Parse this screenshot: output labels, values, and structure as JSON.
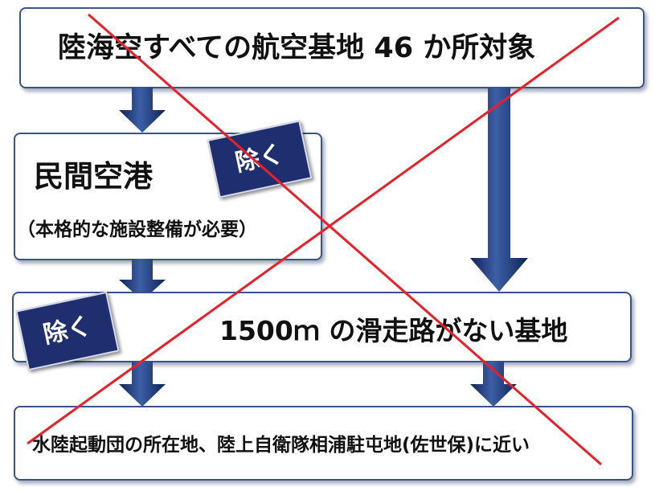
{
  "boxes": {
    "top": "陸海空すべての航空基地 46 か所対象",
    "civil_airport": "民間空港",
    "civil_airport_note": "（本格的な施設整備が必要）",
    "runway": "1500ｍ の滑走路がない基地",
    "bottom": "水陸起動団の所在地、陸上自衛隊相浦駐屯地(佐世保)に近い"
  },
  "tags": {
    "exclude_1": "除く",
    "exclude_2": "除く"
  },
  "colors": {
    "box_border": "#3b5488",
    "tag_fill": "#1f2e6e",
    "arrow_fill": "#1f3a7a",
    "cross_line": "#e8202a"
  }
}
